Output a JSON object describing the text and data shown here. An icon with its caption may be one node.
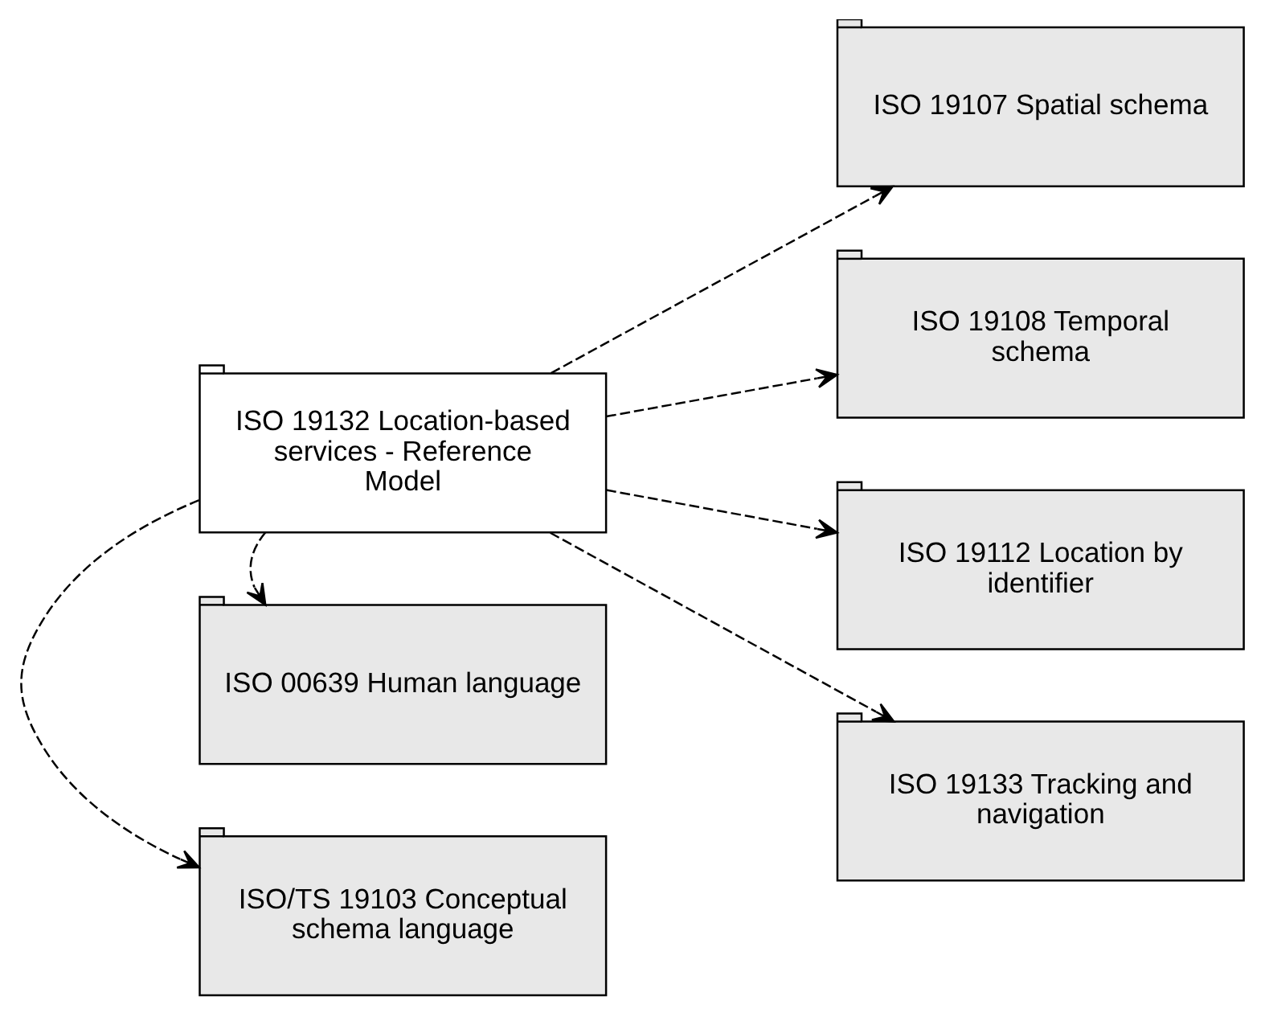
{
  "diagram": {
    "nodes": [
      {
        "text": [
          "ISO/TS 19103 Conceptual schema language"
        ]
      },
      {
        "text": [
          "ISO 19107 Spatial schema"
        ]
      },
      {
        "text": [
          "ISO 19132 Location-based services - Reference Model"
        ]
      },
      {
        "text": [
          "ISO 19108 Temporal schema"
        ]
      },
      {
        "text": [
          "ISO 19112 Location by identifier"
        ]
      },
      {
        "text": [
          "ISO 00639 Human language"
        ]
      },
      {
        "text": [
          "ISO 19133 Tracking and navigation"
        ]
      }
    ],
    "edges": [
      {
        "from": 2,
        "to": 0,
        "arrow": "to",
        "style": "dashed"
      },
      {
        "from": 2,
        "to": 1,
        "arrow": "to",
        "style": "dashed"
      },
      {
        "from": 2,
        "to": 3,
        "arrow": "to",
        "style": "dashed"
      },
      {
        "from": 2,
        "to": 4,
        "arrow": "to",
        "style": "dashed"
      },
      {
        "from": 2,
        "to": 5,
        "arrow": "to",
        "style": "dashed"
      },
      {
        "from": 2,
        "to": 6,
        "arrow": "to",
        "style": "dashed"
      }
    ]
  }
}
